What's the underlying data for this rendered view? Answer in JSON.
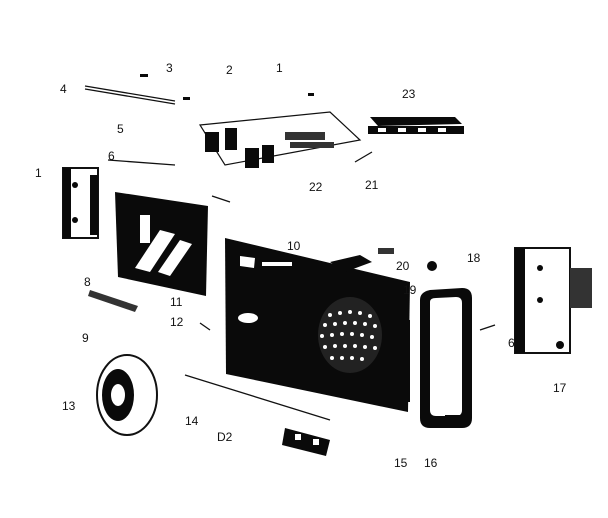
{
  "diagram": {
    "part_labels": [
      "1",
      "2",
      "3",
      "4",
      "5",
      "6",
      "1",
      "8",
      "9",
      "10",
      "11",
      "12",
      "13",
      "14",
      "D2",
      "15",
      "16",
      "17",
      "6",
      "18",
      "19",
      "20",
      "21",
      "22",
      "23"
    ],
    "colors": {
      "ink": "#111111",
      "paper": "#ffffff"
    }
  }
}
